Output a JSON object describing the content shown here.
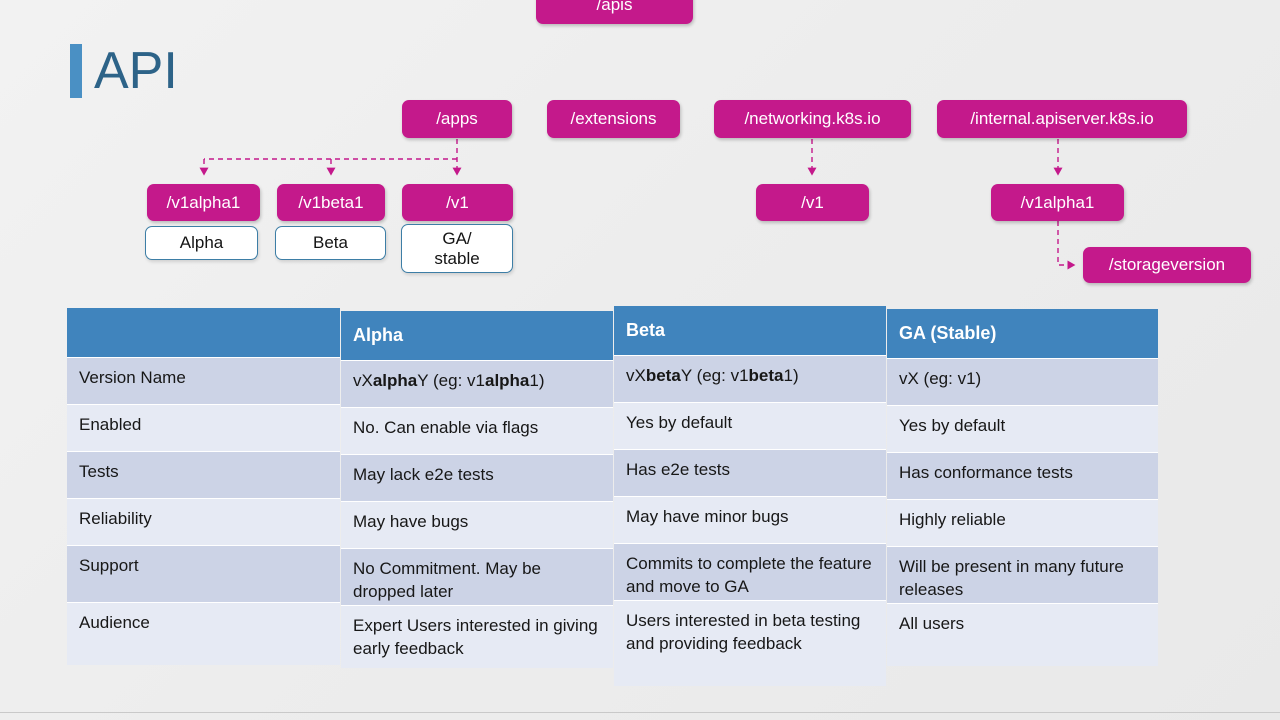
{
  "slide": {
    "title": "API",
    "accent_colors": {
      "title_blue": "#2d6388",
      "accent_bar": "#4a90c4",
      "node_magenta": "#c4198b",
      "table_header_blue": "#4084bd",
      "row_shade_dark": "#ccd3e6",
      "row_shade_light": "#e6eaf4",
      "background": "#eeeeee"
    }
  },
  "diagram": {
    "root": {
      "label": "/apis"
    },
    "groups": [
      {
        "label": "/apps"
      },
      {
        "label": "/extensions"
      },
      {
        "label": "/networking.k8s.io"
      },
      {
        "label": "/internal.apiserver.k8s.io"
      }
    ],
    "versions": [
      {
        "label": "/v1alpha1"
      },
      {
        "label": "/v1beta1"
      },
      {
        "label": "/v1"
      },
      {
        "label": "/v1"
      },
      {
        "label": "/v1alpha1"
      }
    ],
    "resource": {
      "label": "/storageversion"
    },
    "stage_boxes": [
      {
        "label": "Alpha"
      },
      {
        "label": "Beta"
      },
      {
        "label_line1": "GA/",
        "label_line2": "stable"
      }
    ]
  },
  "table": {
    "headers": [
      "",
      "Alpha",
      "Beta",
      "GA (Stable)"
    ],
    "rows": [
      {
        "attribute": "Version Name",
        "alpha_pre": "vX",
        "alpha_bold": "alpha",
        "alpha_mid": "Y (eg: v1",
        "alpha_bold2": "alpha",
        "alpha_post": "1)",
        "beta_pre": "vX",
        "beta_bold": "beta",
        "beta_mid": "Y (eg: v1",
        "beta_bold2": "beta",
        "beta_post": "1)",
        "ga": "vX (eg: v1)"
      },
      {
        "attribute": "Enabled",
        "alpha": "No. Can enable via flags",
        "beta": "Yes by default",
        "ga": "Yes by default"
      },
      {
        "attribute": "Tests",
        "alpha": "May lack e2e tests",
        "beta": "Has e2e tests",
        "ga": "Has conformance tests"
      },
      {
        "attribute": "Reliability",
        "alpha": "May have bugs",
        "beta": "May have minor bugs",
        "ga": "Highly reliable"
      },
      {
        "attribute": "Support",
        "alpha": "No Commitment. May be dropped later",
        "beta": "Commits to complete the feature and move to GA",
        "ga": "Will be present in many future releases"
      },
      {
        "attribute": "Audience",
        "alpha": "Expert Users interested in giving early feedback",
        "beta": "Users interested in beta testing and providing feedback",
        "ga": "All users"
      }
    ]
  }
}
